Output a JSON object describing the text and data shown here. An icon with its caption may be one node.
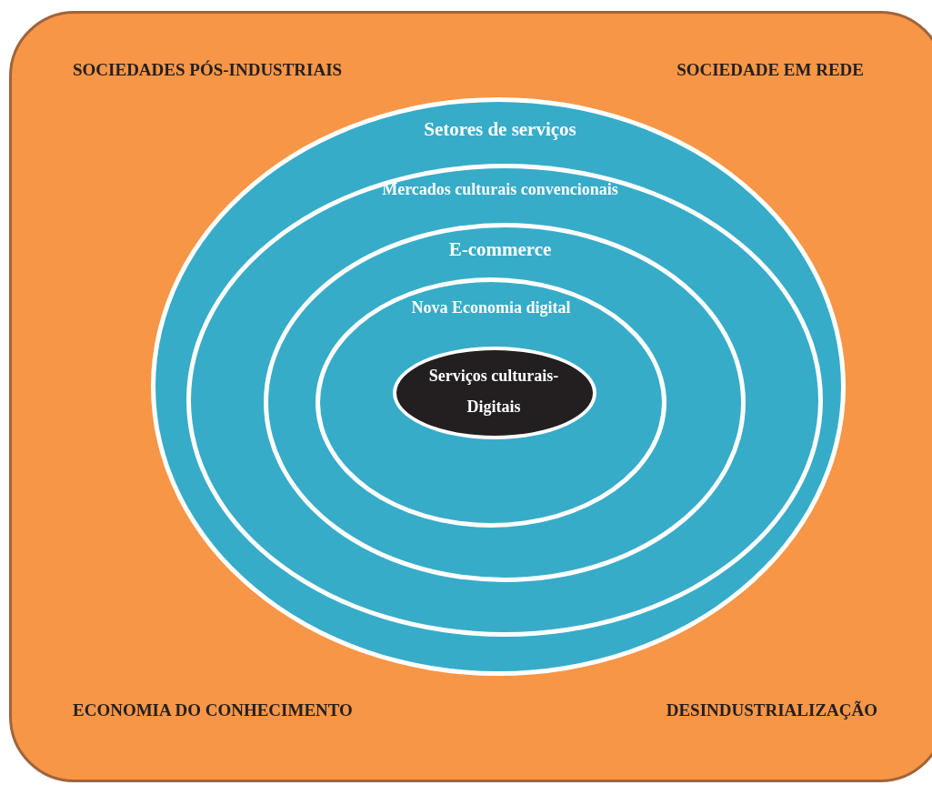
{
  "diagram": {
    "nodes": [
      {
        "text": [
          "SOCIEDADES PÓS-INDUSTRIAIS",
          "SOCIEDADE EM REDE",
          "ECONOMIA DO CONHECIMENTO",
          "DESINDUSTRIALIZAÇÃO"
        ]
      },
      {
        "text": [
          "Setores de serviços"
        ],
        "in": 0
      },
      {
        "text": [
          "Mercados culturais convencionais"
        ],
        "in": 1
      },
      {
        "text": [
          "E-commerce"
        ],
        "in": 2
      },
      {
        "text": [
          "Nova Economia digital"
        ],
        "in": 3
      },
      {
        "text": [
          "Serviços culturais- Digitais"
        ],
        "in": 4
      }
    ]
  }
}
